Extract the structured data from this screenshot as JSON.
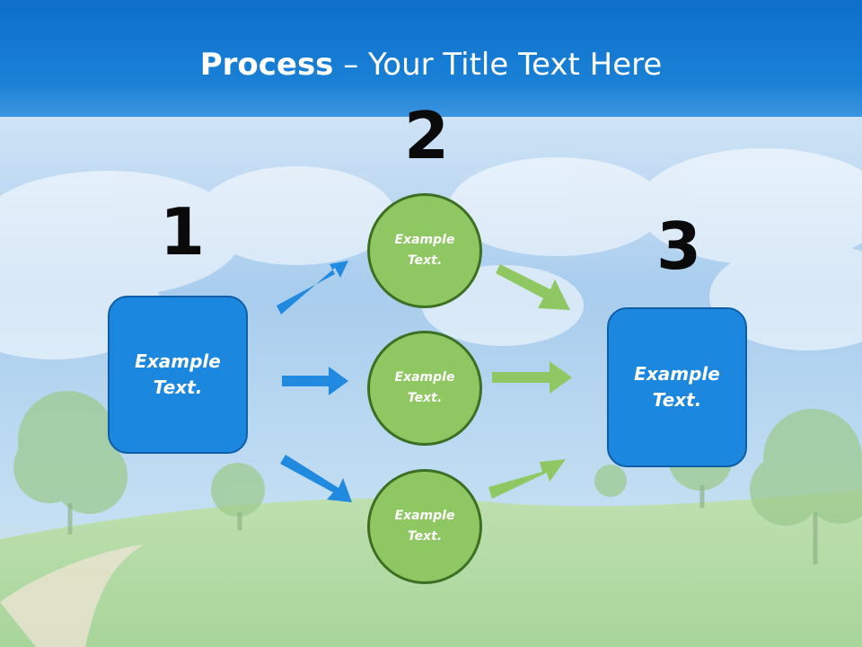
{
  "title": {
    "bold": "Process",
    "rest": " – Your Title Text Here"
  },
  "steps": [
    {
      "number": "1",
      "text": "Example Text."
    },
    {
      "number": "2",
      "items": [
        "Example Text.",
        "Example Text.",
        "Example Text."
      ]
    },
    {
      "number": "3",
      "text": "Example Text."
    }
  ],
  "colors": {
    "title_band": "#1a80d6",
    "box_fill": "#1c87df",
    "circle_fill": "#8fc862",
    "circle_border": "#3d6f22",
    "blue_arrow": "#1f8ae0",
    "green_arrow": "#8fc862"
  }
}
